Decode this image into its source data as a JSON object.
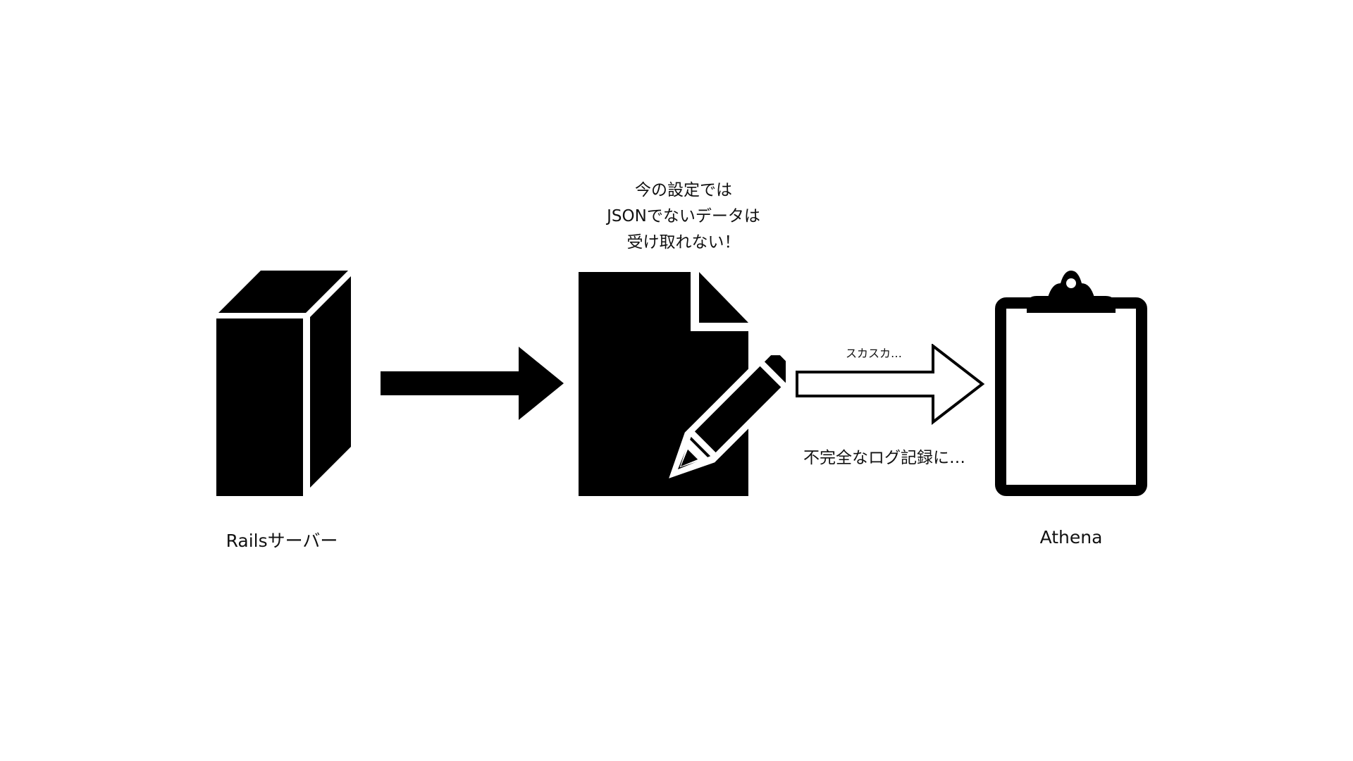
{
  "diagram": {
    "source": {
      "label": "Railsサーバー",
      "icon": "server-box-icon"
    },
    "middle": {
      "icon": "document-pencil-icon",
      "note_lines": [
        "今の設定では",
        "JSONでないデータは",
        "受け取れない！"
      ]
    },
    "target": {
      "label": "Athena",
      "icon": "clipboard-icon"
    },
    "arrow_solid": {
      "icon": "solid-arrow-icon"
    },
    "arrow_hollow": {
      "icon": "hollow-arrow-icon",
      "top_label": "スカスカ…",
      "bottom_label": "不完全なログ記録に…"
    },
    "colors": {
      "foreground": "#000000",
      "background": "#ffffff"
    }
  }
}
